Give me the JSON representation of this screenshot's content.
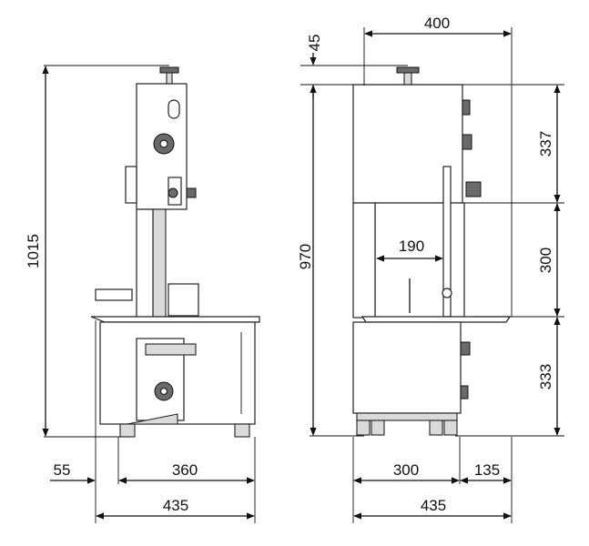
{
  "drawing": {
    "side_view": {
      "height_label": "1015",
      "offset_label": "55",
      "base_label": "360",
      "total_width_label": "435"
    },
    "front_view": {
      "top_width_label": "400",
      "top_gap_label": "45",
      "body_height_label": "970",
      "upper_height_label": "337",
      "cut_height_label": "300",
      "lower_height_label": "333",
      "cut_width_label": "190",
      "base_label": "300",
      "overhang_label": "135",
      "total_width_label": "435"
    }
  }
}
